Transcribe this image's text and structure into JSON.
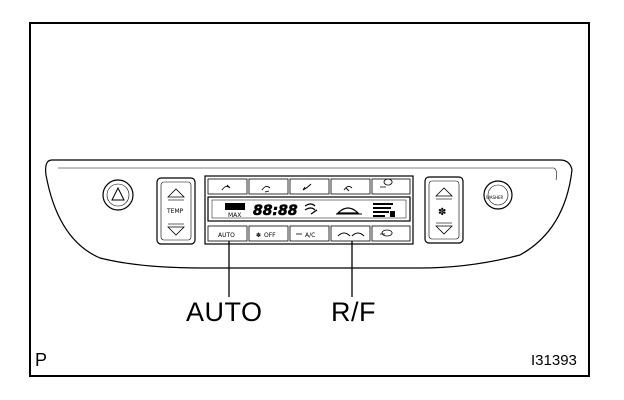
{
  "callouts": {
    "auto": "AUTO",
    "rf": "R/F"
  },
  "corner": {
    "left": "P",
    "right": "I31393"
  },
  "panel": {
    "temp_label": "TEMP",
    "max_label": "MAX",
    "display_digits": "88:88",
    "right_knob_label": "WASHER",
    "bottom_buttons": [
      "AUTO",
      "OFF",
      "A/C"
    ]
  }
}
